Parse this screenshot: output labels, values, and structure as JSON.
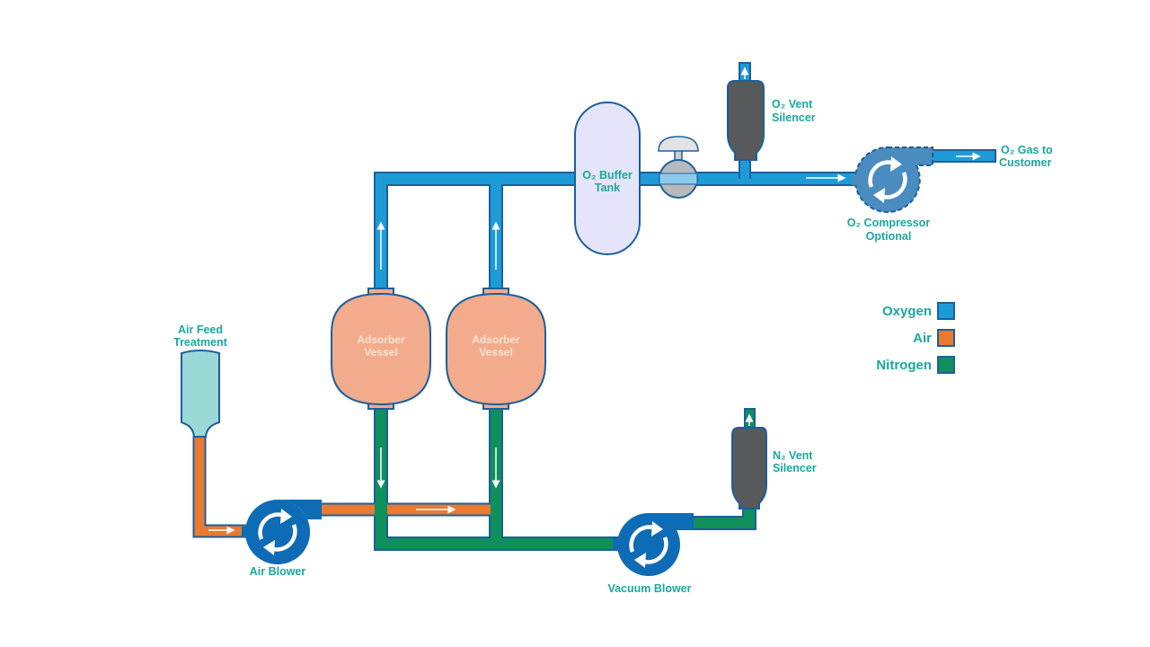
{
  "colors": {
    "oxygen": "#1d9bd7",
    "air": "#e87a32",
    "nitrogen": "#0f8f5c",
    "outline": "#1d5f9c",
    "blower": "#0e6bb6",
    "compressor": "#4a8cc0",
    "vessel": "#f2ab8c",
    "buffer_tank": "#e4e4fa",
    "air_feed": "#9ad9d6",
    "silencer": "#58595b",
    "label": "#19a89c"
  },
  "labels": {
    "air_feed": [
      "Air Feed",
      "Treatment"
    ],
    "air_blower": "Air Blower",
    "vessel_1": [
      "Adsorber",
      "Vessel"
    ],
    "vessel_2": [
      "Adsorber",
      "Vessel"
    ],
    "vacuum_blower": "Vacuum Blower",
    "n2_vent": [
      "N₂ Vent",
      "Silencer"
    ],
    "buffer_tank": [
      "O₂ Buffer",
      "Tank"
    ],
    "o2_vent": [
      "O₂ Vent",
      "Silencer"
    ],
    "compressor": [
      "O₂ Compressor",
      "Optional"
    ],
    "o2_out": [
      "O₂ Gas to",
      "Customer"
    ]
  },
  "legend": [
    {
      "label": "Oxygen",
      "color": "#1d9bd7"
    },
    {
      "label": "Air",
      "color": "#e87a32"
    },
    {
      "label": "Nitrogen",
      "color": "#0f8f5c"
    }
  ],
  "icons": [
    "rotation-arrows-icon",
    "flow-arrow-icon",
    "valve-icon",
    "silencer-icon",
    "blower-icon"
  ]
}
